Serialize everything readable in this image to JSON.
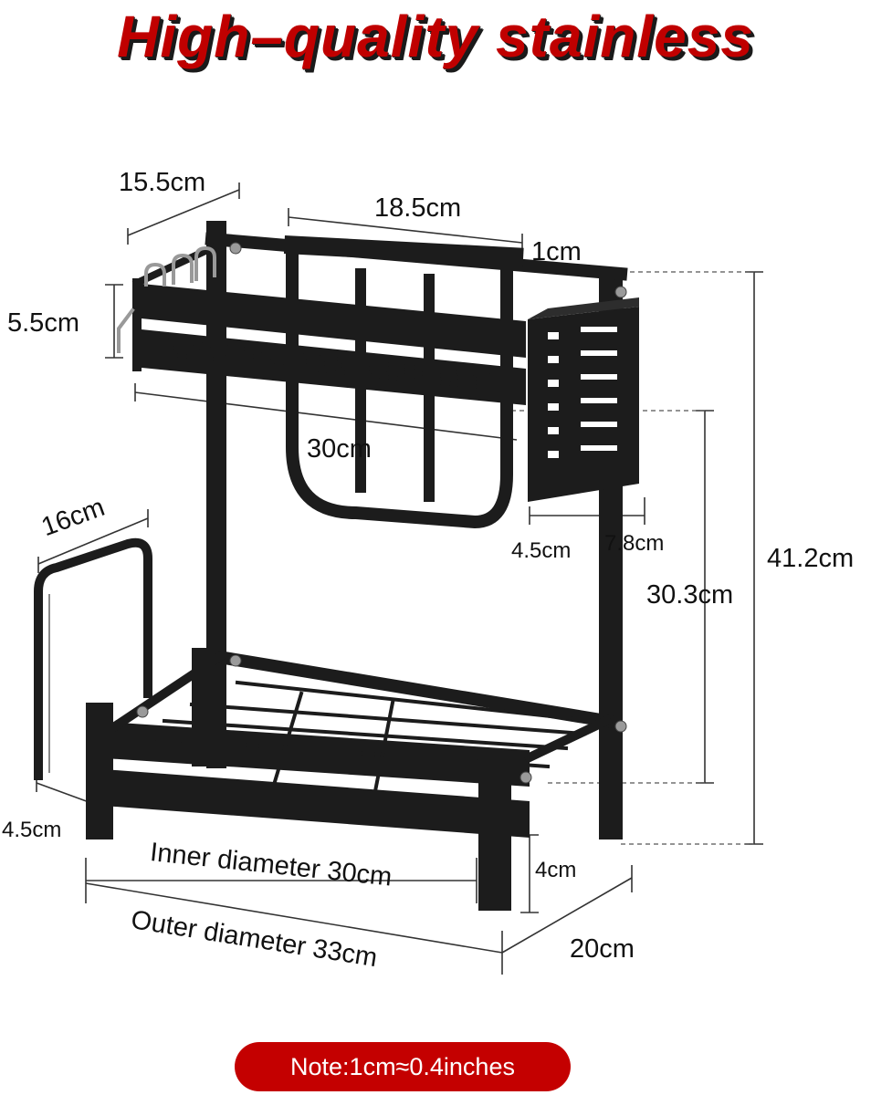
{
  "title": "High–quality stainless",
  "dimensions": {
    "top_depth": "15.5cm",
    "top_inner_width": "18.5cm",
    "rail_thickness": "1cm",
    "top_height": "5.5cm",
    "top_width": "30cm",
    "board_width": "16cm",
    "holder_width": "4.5cm",
    "holder_depth": "7.8cm",
    "tier_gap": "30.3cm",
    "total_height": "41.2cm",
    "bottom_side": "4.5cm",
    "foot_height": "4cm",
    "inner_diameter": "Inner diameter 30cm",
    "outer_diameter": "Outer diameter 33cm",
    "depth": "20cm"
  },
  "note": "Note:1cm≈0.4inches",
  "colors": {
    "title_red": "#c00000",
    "note_red": "#c40000",
    "rack_black": "#1c1c1c"
  }
}
